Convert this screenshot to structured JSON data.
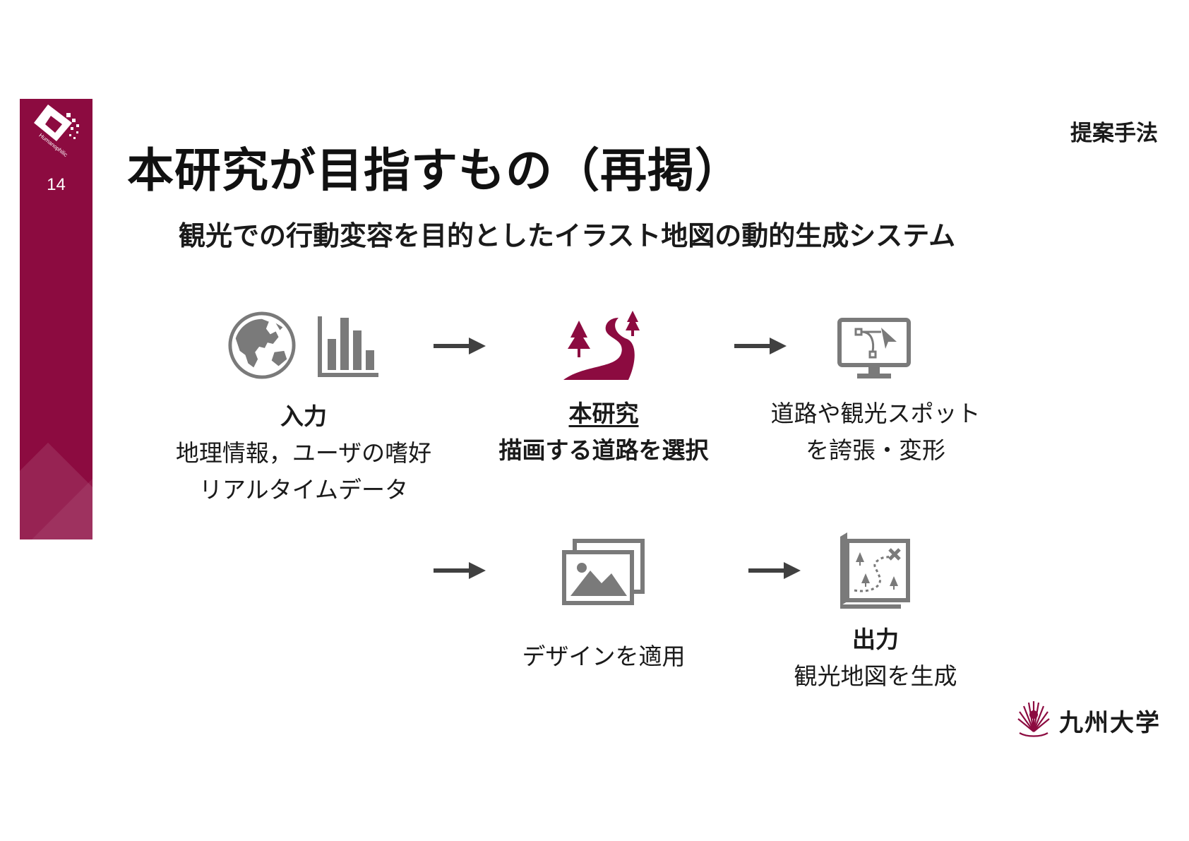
{
  "sidebar": {
    "logo_text": "Humanophilic",
    "page_number": "14",
    "color": "#8c0b40"
  },
  "header": {
    "section_label": "提案手法",
    "title": "本研究が目指すもの（再掲）",
    "subtitle": "観光での行動変容を目的としたイラスト地図の動的生成システム"
  },
  "flow": {
    "input": {
      "title": "入力",
      "line1": "地理情報，ユーザの嗜好",
      "line2": "リアルタイムデータ",
      "icons": [
        "globe-icon",
        "bar-chart-icon"
      ]
    },
    "research": {
      "title": "本研究",
      "line1": "描画する道路を選択",
      "icons": [
        "road-trees-icon"
      ]
    },
    "exaggerate": {
      "line1": "道路や観光スポット",
      "line2": "を誇張・変形",
      "icons": [
        "monitor-vector-icon"
      ]
    },
    "design": {
      "line1": "デザインを適用",
      "icons": [
        "images-icon"
      ]
    },
    "output": {
      "title": "出力",
      "line1": "観光地図を生成",
      "icons": [
        "treasure-map-icon"
      ]
    }
  },
  "footer": {
    "university_name": "九州大学"
  },
  "colors": {
    "accent": "#8c0b40",
    "icon_gray": "#7a7a7a",
    "arrow": "#404040"
  }
}
